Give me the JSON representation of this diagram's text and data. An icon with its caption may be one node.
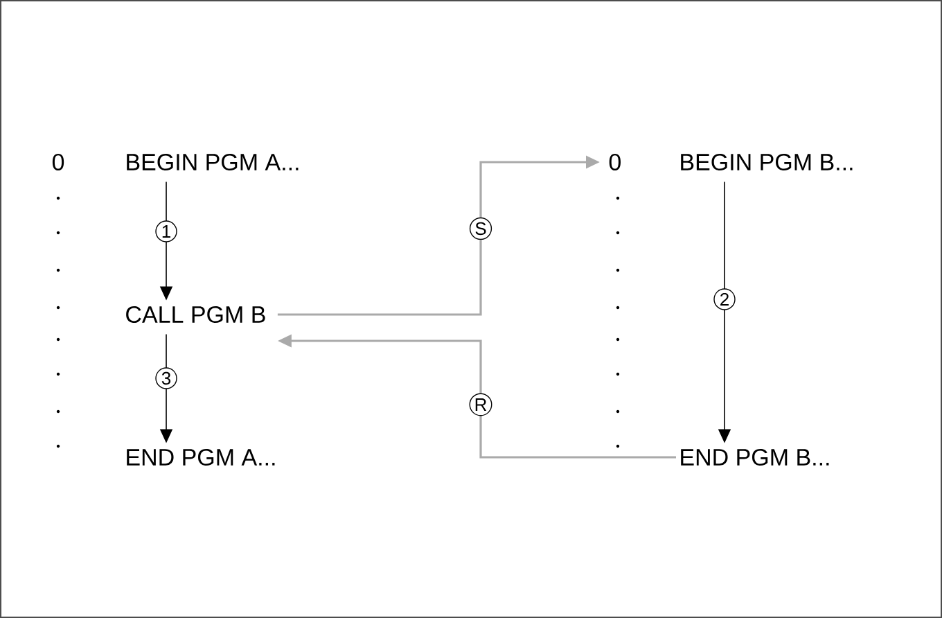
{
  "diagram": {
    "nodes": [
      {
        "text": [
          "BEGIN PGM A..."
        ]
      },
      {
        "text": [
          "CALL PGM B"
        ]
      },
      {
        "text": [
          "END PGM A..."
        ]
      },
      {
        "text": [
          "0"
        ]
      },
      {
        "text": [
          "BEGIN PGM B..."
        ]
      },
      {
        "text": [
          "END PGM B..."
        ]
      }
    ],
    "edges": [
      {
        "from": 0,
        "to": 1,
        "arrow": "to",
        "label": "1"
      },
      {
        "from": 1,
        "to": 3,
        "arrow": "to",
        "label": "S",
        "color": "#aaaaaa"
      },
      {
        "from": 4,
        "to": 5,
        "arrow": "to",
        "label": "2"
      },
      {
        "from": 5,
        "to": 1,
        "arrow": "to",
        "label": "R",
        "color": "#aaaaaa"
      },
      {
        "from": 1,
        "to": 2,
        "arrow": "to",
        "label": "3"
      }
    ],
    "labels": [
      "0"
    ]
  }
}
